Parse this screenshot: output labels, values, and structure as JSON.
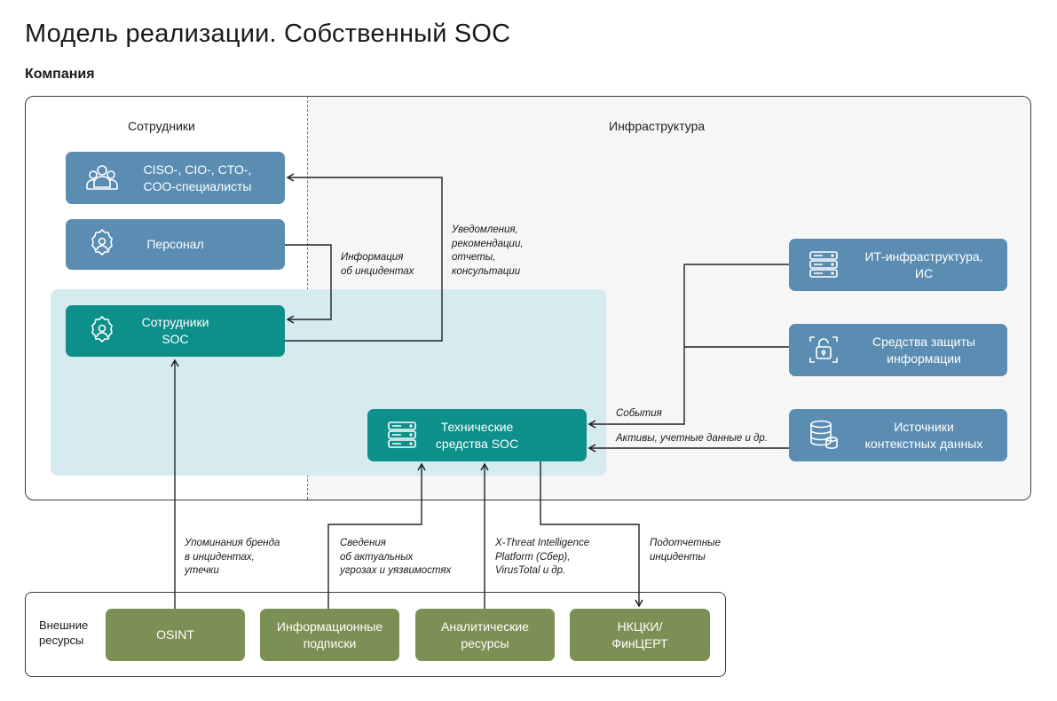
{
  "title": "Модель реализации. Собственный SOC",
  "company_label": "Компания",
  "sections": {
    "employees": "Сотрудники",
    "infrastructure": "Инфраструктура"
  },
  "boxes": {
    "ciso": "CISO-, CIO-, CTO-,\nCOO-специалисты",
    "personnel": "Персонал",
    "soc_staff": "Сотрудники\nSOC",
    "soc_tech": "Технические\nсредства SOC",
    "it_infra": "ИТ-инфраструктура,\nИС",
    "security_tools": "Средства защиты\nинформации",
    "context_sources": "Источники\nконтекстных данных"
  },
  "notes": {
    "incident_info": "Информация\nоб инцидентах",
    "notifications": "Уведомления,\nрекомендации,\nотчеты,\nконсультации",
    "events": "События",
    "assets": "Активы, учетные данные и др.",
    "brand_mentions": "Упоминания бренда\nв инцидентах,\nутечки",
    "threat_info": "Сведения\nоб актуальных\nугрозах и уязвимостях",
    "threat_platform": "X-Threat Intelligence\nPlatform (Сбер),\nVirusTotal и др.",
    "reportable": "Подотчетные\nинциденты"
  },
  "external": {
    "label": "Внешние\nресурсы",
    "osint": "OSINT",
    "subscriptions": "Информационные\nподписки",
    "analytics": "Аналитические\nресурсы",
    "nkcki": "НКЦКИ/\nФинЦЕРТ"
  },
  "icons": {
    "ciso": "people-group-icon",
    "personnel": "person-gear-icon",
    "soc_staff": "person-gear-icon",
    "soc_tech": "server-icon",
    "it_infra": "server-icon",
    "security_tools": "lock-icon",
    "context_sources": "database-icon"
  },
  "colors": {
    "blue_box": "#5b8db2",
    "teal_box": "#0d8f8a",
    "green_box": "#7c8f54",
    "soc_zone": "#d6ebee",
    "infra_bg": "#f6f6f6"
  }
}
